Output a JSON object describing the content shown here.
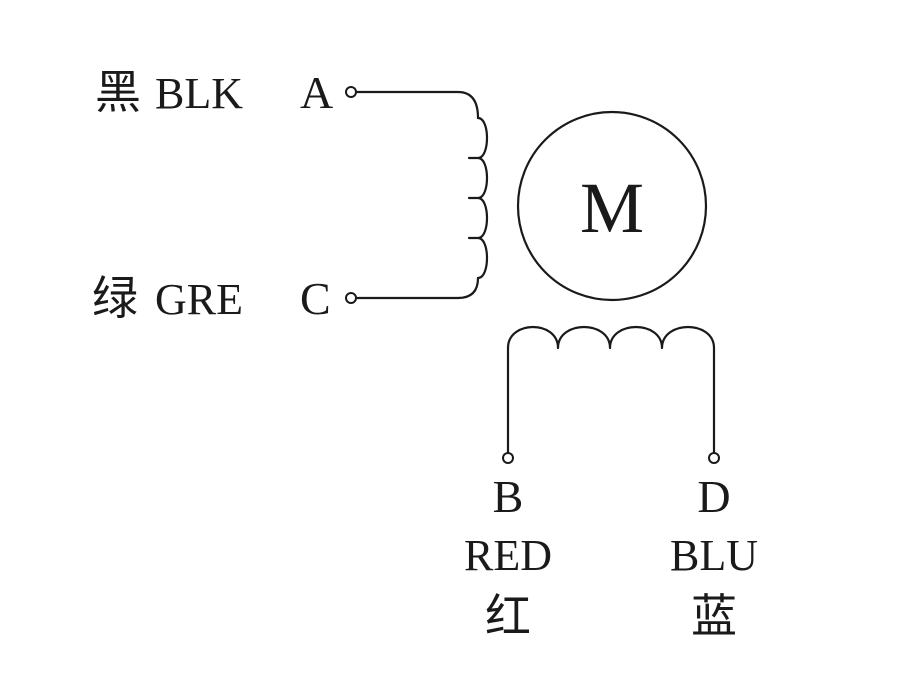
{
  "motor": {
    "symbol": "M"
  },
  "terminals": {
    "A": {
      "letter": "A",
      "color_en": "BLK",
      "color_cn": "黑"
    },
    "C": {
      "letter": "C",
      "color_en": "GRE",
      "color_cn": "绿"
    },
    "B": {
      "letter": "B",
      "color_en": "RED",
      "color_cn": "红"
    },
    "D": {
      "letter": "D",
      "color_en": "BLU",
      "color_cn": "蓝"
    }
  }
}
